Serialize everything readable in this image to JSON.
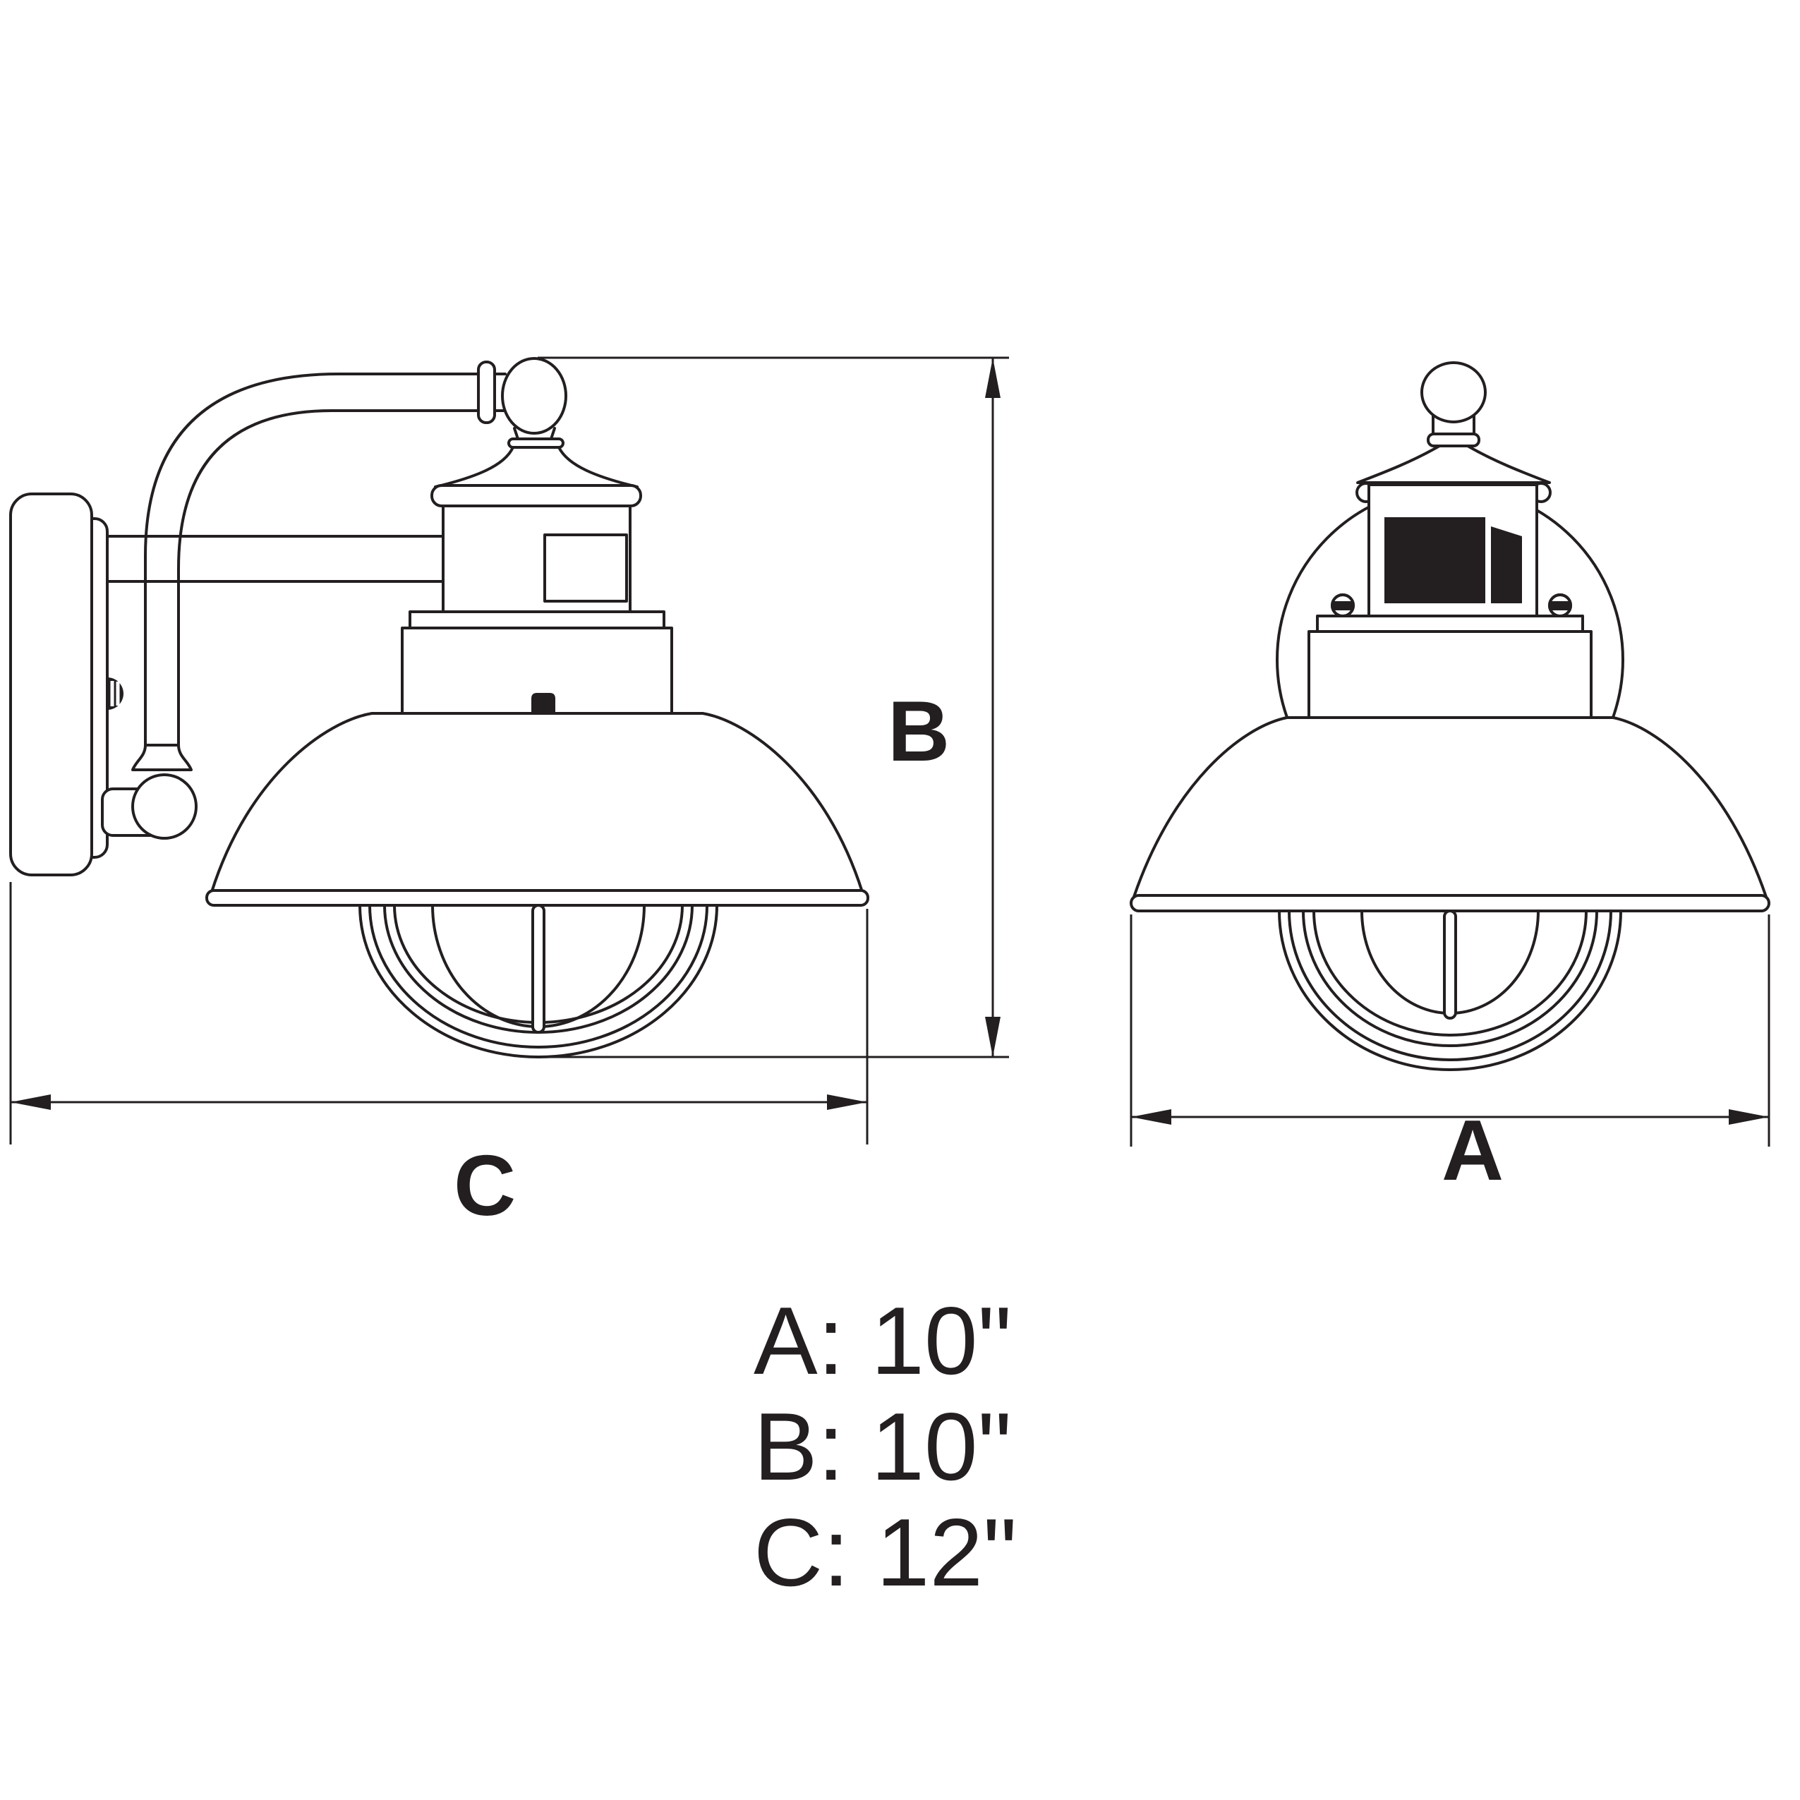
{
  "page": {
    "background_color": "#ffffff",
    "line_color": "#231f20",
    "description": "Dimension line drawing of a wall-mounted nautical sconce light, side view and front view"
  },
  "views": {
    "side": {
      "title": "side-view",
      "depth_dimension_label": "C",
      "height_dimension_label": "B"
    },
    "front": {
      "title": "front-view",
      "width_dimension_label": "A"
    }
  },
  "labels": {
    "a": "A",
    "b": "B",
    "c": "C"
  },
  "specs": {
    "a": "A: 10\"",
    "b": "B: 10\"",
    "c": "C: 12\""
  }
}
